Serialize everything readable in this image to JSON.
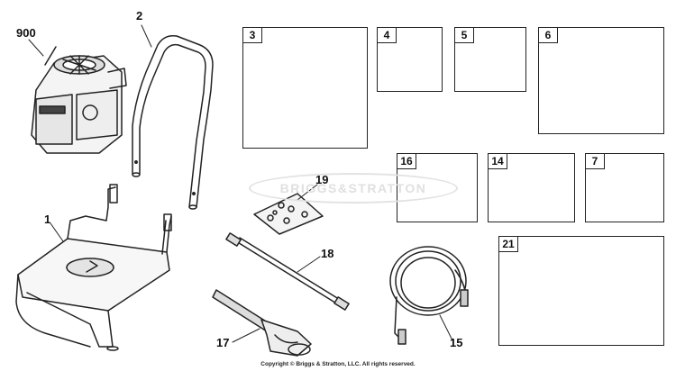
{
  "diagram": {
    "callouts": {
      "engine": "900",
      "handle": "2",
      "frame": "1",
      "decal_kit": "19",
      "lance": "18",
      "gun": "17",
      "hose": "15"
    },
    "boxes": {
      "box3": "3",
      "box4": "4",
      "box5": "5",
      "box6": "6",
      "box16": "16",
      "box14": "14",
      "box7": "7",
      "box21": "21"
    },
    "watermark": "BRIGGS&STRATTON",
    "copyright": "Copyright © Briggs & Stratton, LLC. All rights reserved."
  }
}
